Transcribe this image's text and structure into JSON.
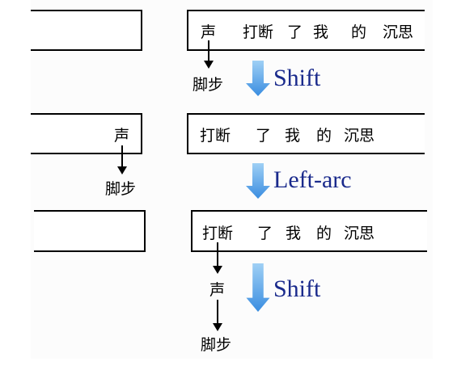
{
  "steps": [
    {
      "stack_words": [],
      "buffer_words": [
        "声",
        "打断",
        "了",
        "我",
        "的",
        "沉思"
      ],
      "arc_dependent": "脚步",
      "action": "Shift"
    },
    {
      "stack_words": [
        "声"
      ],
      "buffer_words": [
        "打断",
        "了",
        "我",
        "的",
        "沉思"
      ],
      "arc_dependent": "脚步",
      "action": "Left-arc"
    },
    {
      "stack_words": [],
      "buffer_words": [
        "打断",
        "了",
        "我",
        "的",
        "沉思"
      ],
      "tree_nodes": [
        "声",
        "脚步"
      ],
      "action": "Shift"
    }
  ],
  "colors": {
    "action_label": "#1a2a8c",
    "action_arrow_top": "#9fd0f5",
    "action_arrow_bottom": "#3a8de0"
  }
}
